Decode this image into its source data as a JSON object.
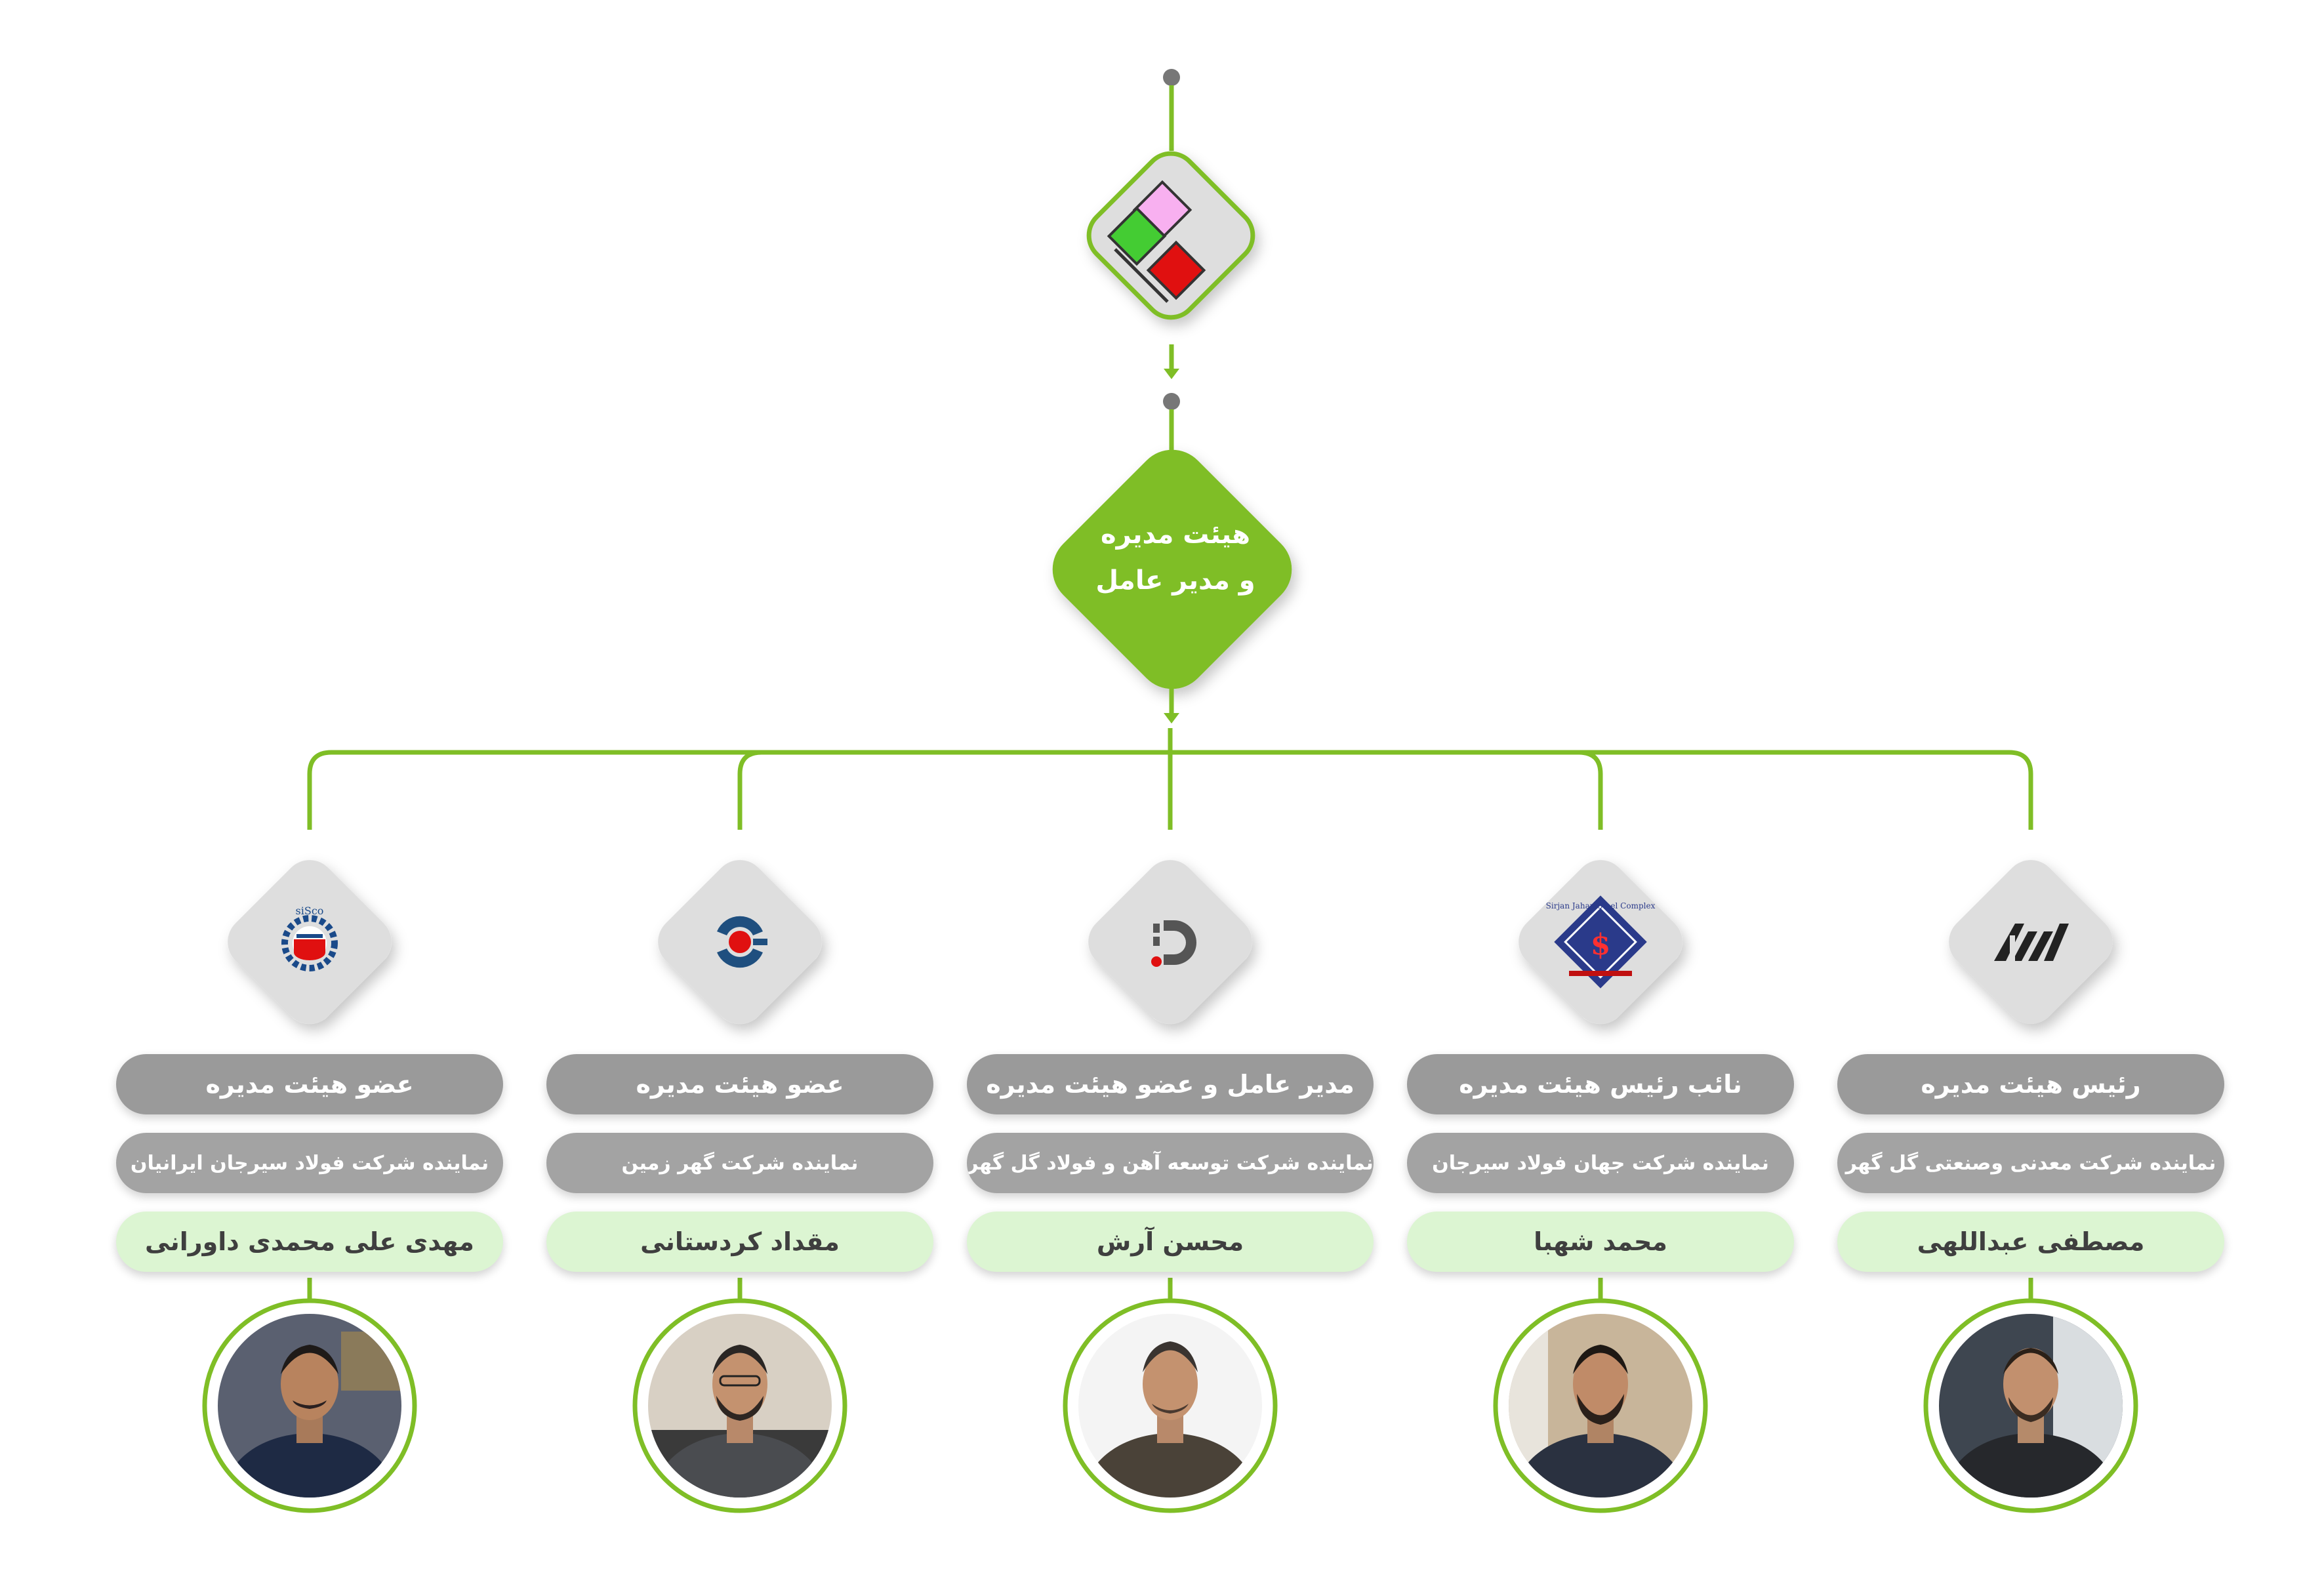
{
  "center_node": {
    "line1": "هیئت مدیره",
    "line2": "و مدیر عامل"
  },
  "members": [
    {
      "title": "رئیس هیئت مدیره",
      "company": "نماینده شرکت معدنی وصنعتی گل گهر",
      "name": "مصطفی عبداللهی",
      "logo_icon": "golgohar-mining-logo-icon",
      "avatar": "portrait-avatar"
    },
    {
      "title": "نائب رئیس هیئت مدیره",
      "company": "نماینده شرکت جهان فولاد سیرجان",
      "name": "محمد شهبا",
      "logo_icon": "jahan-foolad-sirjan-logo-icon",
      "logo_text": "Sirjan Jahan Steel Complex",
      "avatar": "portrait-avatar"
    },
    {
      "title": "مدیر عامل و عضو هیئت مدیره",
      "company": "نماینده شرکت توسعه آهن و فولاد گل گهر",
      "name": "محسن آرش",
      "logo_icon": "golgohar-iron-steel-logo-icon",
      "avatar": "portrait-avatar"
    },
    {
      "title": "عضو هیئت مدیره",
      "company": "نماینده شرکت گهر زمین",
      "name": "مقداد کردستانی",
      "logo_icon": "gohar-zamin-logo-icon",
      "avatar": "portrait-avatar"
    },
    {
      "title": "عضو هیئت مدیره",
      "company": "نماینده شرکت فولاد سیرجان ایرانیان",
      "name": "مهدی علی محمدی داورانی",
      "logo_icon": "sisco-logo-icon",
      "logo_text": "siSco",
      "avatar": "portrait-avatar"
    }
  ],
  "colors": {
    "accent_green": "#7fbe26",
    "diamond_gray": "#dedede",
    "pill_gray": "#9a9a9a",
    "pill_light_green": "#dcf5d2",
    "connector_dot": "#777777"
  }
}
